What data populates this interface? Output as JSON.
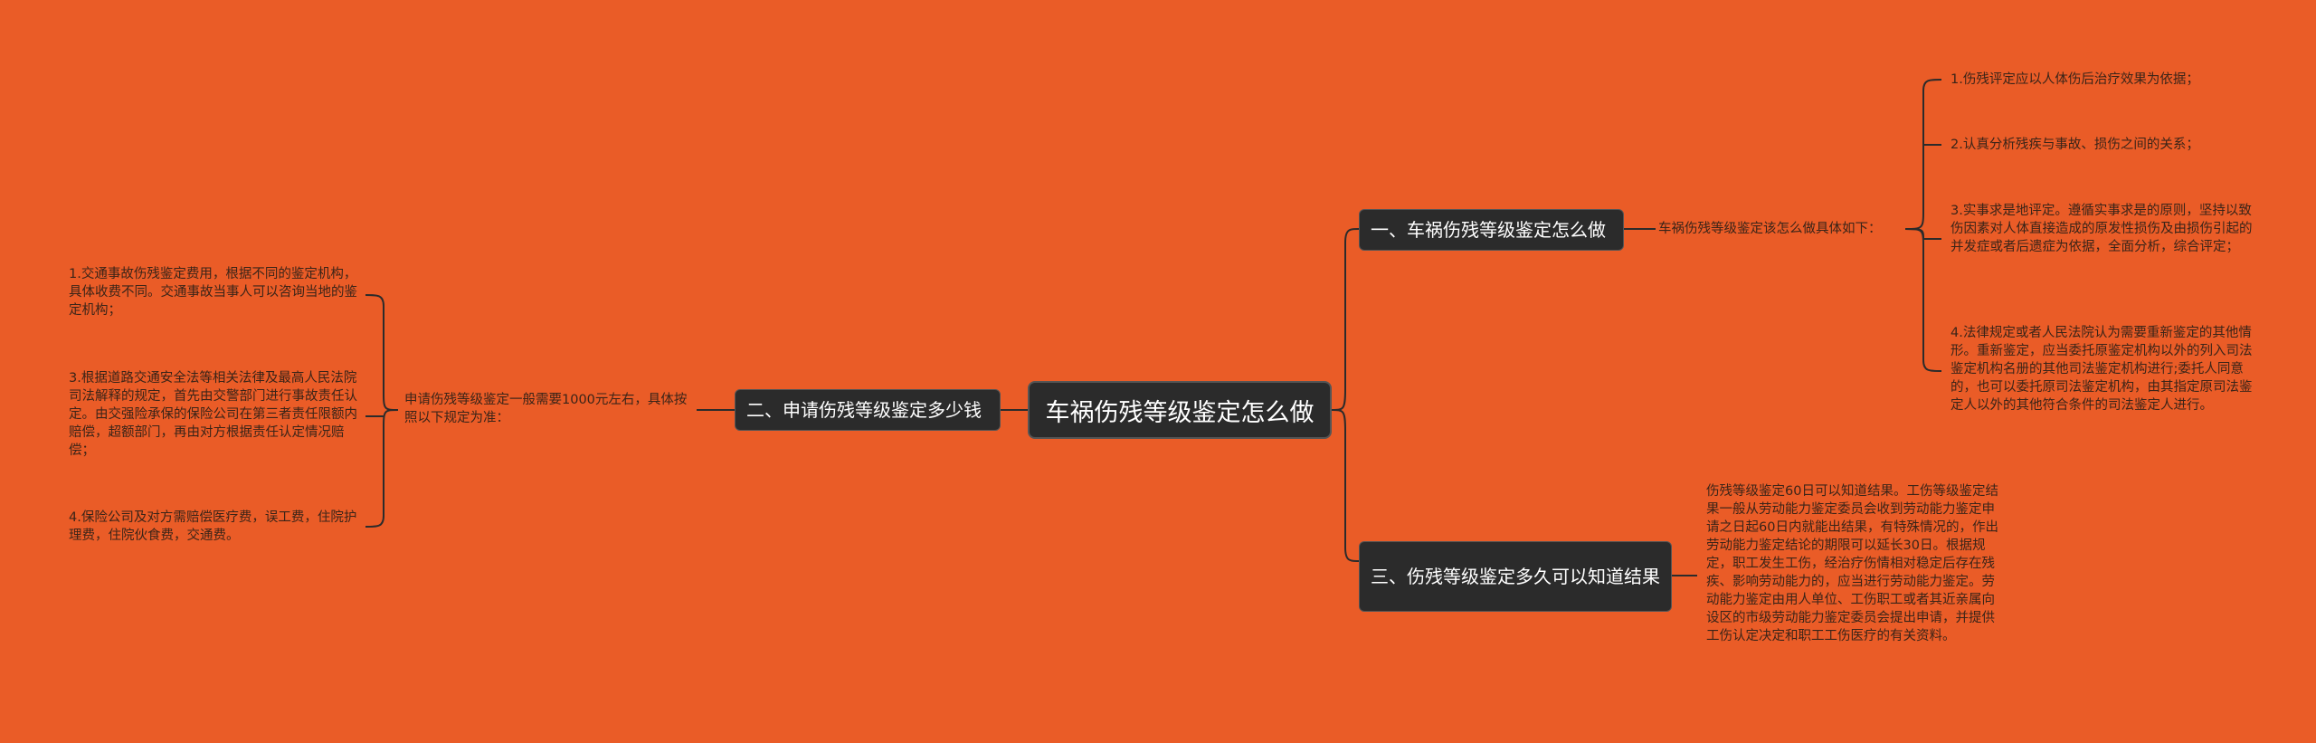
{
  "root": {
    "title": "车祸伤残等级鉴定怎么做"
  },
  "branch1": {
    "title": "一、车祸伤残等级鉴定怎么做",
    "summary": "车祸伤残等级鉴定该怎么做具体如下：",
    "items": [
      "1.伤残评定应以人体伤后治疗效果为依据；",
      "2.认真分析残疾与事故、损伤之间的关系；",
      "3.实事求是地评定。遵循实事求是的原则，坚持以致伤因素对人体直接造成的原发性损伤及由损伤引起的并发症或者后遗症为依据，全面分析，综合评定；",
      "4.法律规定或者人民法院认为需要重新鉴定的其他情形。重新鉴定，应当委托原鉴定机构以外的列入司法鉴定机构名册的其他司法鉴定机构进行;委托人同意的，也可以委托原司法鉴定机构，由其指定原司法鉴定人以外的其他符合条件的司法鉴定人进行。"
    ]
  },
  "branch2": {
    "title": "二、申请伤残等级鉴定多少钱",
    "summary": "申请伤残等级鉴定一般需要1000元左右，具体按照以下规定为准：",
    "items": [
      "1.交通事故伤残鉴定费用，根据不同的鉴定机构，具体收费不同。交通事故当事人可以咨询当地的鉴定机构；",
      "3.根据道路交通安全法等相关法律及最高人民法院司法解释的规定，首先由交警部门进行事故责任认定。由交强险承保的保险公司在第三者责任限额内赔偿，超额部门，再由对方根据责任认定情况赔偿；",
      "4.保险公司及对方需赔偿医疗费，误工费，住院护理费，住院伙食费，交通费。"
    ]
  },
  "branch3": {
    "title": "三、伤残等级鉴定多久可以知道结果",
    "detail": "伤残等级鉴定60日可以知道结果。工伤等级鉴定结果一般从劳动能力鉴定委员会收到劳动能力鉴定申请之日起60日内就能出结果，有特殊情况的，作出劳动能力鉴定结论的期限可以延长30日。根据规定，职工发生工伤，经治疗伤情相对稳定后存在残疾、影响劳动能力的，应当进行劳动能力鉴定。劳动能力鉴定由用人单位、工伤职工或者其近亲属向设区的市级劳动能力鉴定委员会提出申请，并提供工伤认定决定和职工工伤医疗的有关资料。"
  },
  "colors": {
    "background": "#ea5c27",
    "node": "#2b2b2b",
    "line": "#2b2b2b",
    "leaf_text": "#3a2418"
  }
}
